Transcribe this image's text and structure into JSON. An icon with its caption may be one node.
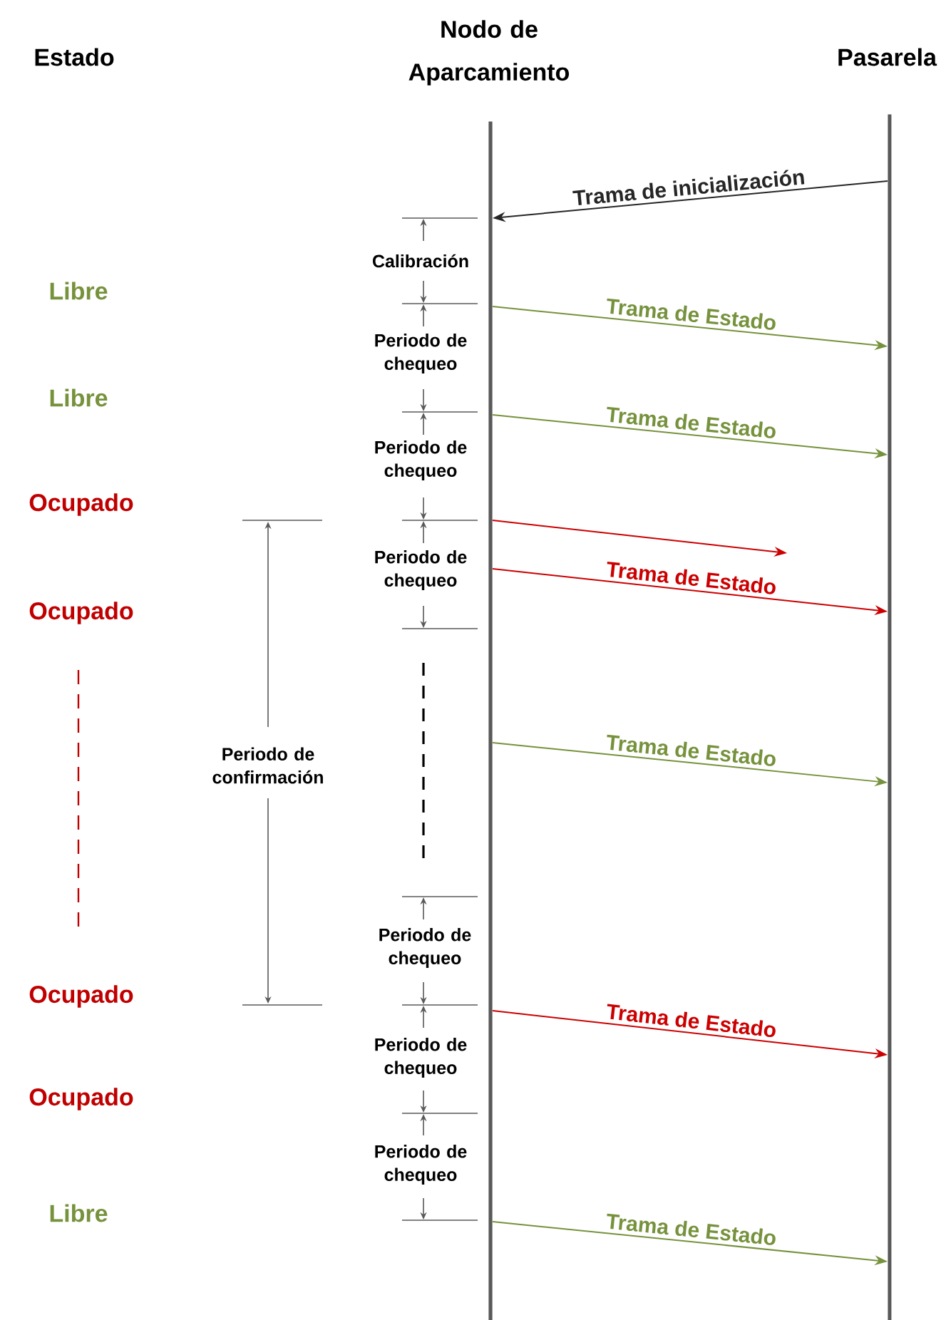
{
  "diagram": {
    "nodes": [
      {
        "text": [
          "Nodo de Aparcamiento"
        ]
      },
      {
        "text": [
          "Pasarela"
        ]
      }
    ],
    "edges": [
      {
        "from": 1,
        "to": 0,
        "arrow": "to",
        "label": "Trama de inicialización",
        "color": "#262626"
      },
      {
        "from": 0,
        "to": 1,
        "arrow": "to",
        "label": "Trama de Estado"
      },
      {
        "from": 0,
        "to": 1,
        "arrow": "to",
        "label": "Trama de Estado"
      },
      {
        "from": 0,
        "to": null,
        "arrow": "to",
        "color": "#cc0000"
      },
      {
        "from": 0,
        "to": 1,
        "arrow": "to",
        "label": "Trama de Estado",
        "color": "#cc0000"
      },
      {
        "from": 0,
        "to": 1,
        "arrow": "to",
        "label": "Trama de Estado"
      },
      {
        "from": 0,
        "to": 1,
        "arrow": "to",
        "label": "Trama de Estado",
        "color": "#cc0000"
      },
      {
        "from": 0,
        "to": 1,
        "arrow": "to",
        "label": "Trama de Estado"
      }
    ],
    "labels": [
      "Estado",
      "Calibración",
      "Libre",
      "Periodo de chequeo",
      "Libre",
      "Periodo de chequeo",
      "Ocupado",
      "Periodo de chequeo",
      "Ocupado",
      "Periodo de confirmación",
      "Periodo de chequeo",
      "Ocupado",
      "Periodo de chequeo",
      "Ocupado",
      "Periodo de chequeo",
      "Libre"
    ]
  }
}
